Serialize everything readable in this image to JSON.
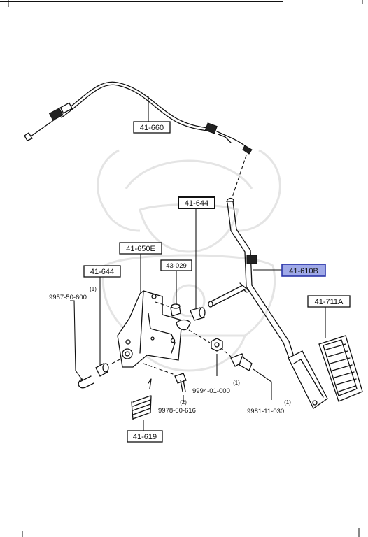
{
  "diagram": {
    "callouts": [
      {
        "id": "cable",
        "part": "41-660"
      },
      {
        "id": "bushing-top",
        "part": "41-644"
      },
      {
        "id": "bracket",
        "part": "41-650E"
      },
      {
        "id": "stopper",
        "part": "43-029"
      },
      {
        "id": "bushing-left",
        "part": "41-644"
      },
      {
        "id": "pedal-arm",
        "part": "41-610B",
        "highlighted": true
      },
      {
        "id": "pedal-pad",
        "part": "41-711A"
      },
      {
        "id": "spring",
        "part": "41-619"
      }
    ],
    "hardware": [
      {
        "id": "clip",
        "part": "9957-50-600",
        "qty": "(1)"
      },
      {
        "id": "nut",
        "part": "9994-01-000",
        "qty": "(1)"
      },
      {
        "id": "bolt-large",
        "part": "9981-11-030",
        "qty": "(1)"
      },
      {
        "id": "bolt-small",
        "part": "9978-60-616",
        "qty": "(2)"
      }
    ],
    "colors": {
      "line": "#111111",
      "highlight": "#9fa9e8",
      "highlight_border": "#2b36a8",
      "watermark": "#e4e4e4"
    }
  }
}
